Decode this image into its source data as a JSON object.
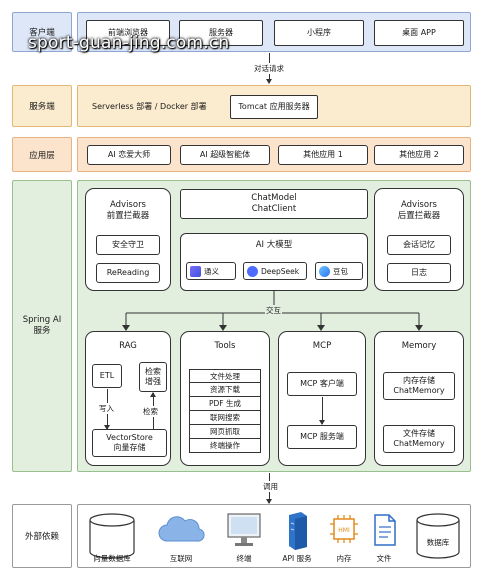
{
  "layers": {
    "client": "客户端",
    "server": "服务端",
    "app": "应用层",
    "spring": "Spring AI\n服务",
    "external": "外部依赖"
  },
  "client_items": [
    "前端浏览器",
    "服务器",
    "小程序",
    "桌面 APP"
  ],
  "arrows": {
    "dialog": "对话请求",
    "interact": "交互",
    "call": "调用",
    "write": "写入",
    "retrieve": "检索"
  },
  "server_items": {
    "deploy": "Serverless 部署 / Docker 部署",
    "tomcat": "Tomcat 应用服务器"
  },
  "app_items": [
    "AI 恋爱大师",
    "AI 超级智能体",
    "其他应用 1",
    "其他应用 2"
  ],
  "advisors_pre": {
    "title": "Advisors\n前置拦截器",
    "items": [
      "安全守卫",
      "ReReading"
    ]
  },
  "advisors_post": {
    "title": "Advisors\n后置拦截器",
    "items": [
      "会话记忆",
      "日志"
    ]
  },
  "chatmodel": "ChatModel\nChatClient",
  "ai_model": {
    "title": "AI 大模型",
    "chips": [
      "通义",
      "DeepSeek",
      "豆包"
    ]
  },
  "rag": {
    "title": "RAG",
    "etl": "ETL",
    "enhance": "检索\n增强",
    "store": "VectorStore\n向量存储"
  },
  "tools": {
    "title": "Tools",
    "items": [
      "文件处理",
      "资源下载",
      "PDF 生成",
      "联网搜索",
      "网页抓取",
      "终端操作"
    ]
  },
  "mcp": {
    "title": "MCP",
    "client": "MCP 客户端",
    "server": "MCP 服务端"
  },
  "memory": {
    "title": "Memory",
    "mem": "内存存储\nChatMemory",
    "file": "文件存储\nChatMemory"
  },
  "external_items": [
    "向量数据库",
    "互联网",
    "终端",
    "API 服务",
    "内存",
    "文件",
    "数据库"
  ],
  "icon_texts": {
    "hmi": "HMI"
  },
  "watermark": "sport-guan-jing.com.cn",
  "colors": {
    "client_bg": "#dde7f7",
    "server_bg": "#fbebcf",
    "app_bg": "#fbe3cc",
    "spring_bg": "#e2efdf"
  }
}
